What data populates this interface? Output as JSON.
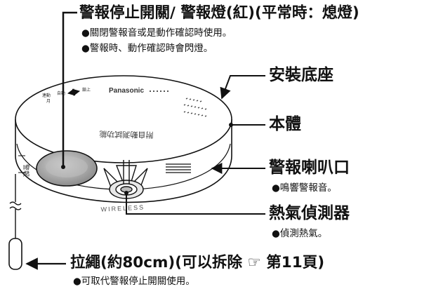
{
  "callouts": {
    "stop_button": {
      "title": "警報停止開關/ 警報燈(紅)(平常時：熄燈)",
      "notes": [
        "●關閉警報音或是動作確認時使用。",
        "●警報時、動作確認時會閃燈。"
      ]
    },
    "mounting_base": {
      "title": "安裝底座"
    },
    "main_body": {
      "title": "本體"
    },
    "speaker": {
      "title": "警報喇叭口",
      "note": "●鳴響警報音。"
    },
    "heat_sensor": {
      "title": "熱氣偵測器",
      "note": "●偵測熱氣。"
    },
    "pull_cord": {
      "title": "拉繩(約80cm)(可以拆除 ☞ 第11頁)",
      "note": "●可取代警報停止開關使用。"
    }
  },
  "device_markings": {
    "brand": "Panasonic",
    "wireless": "WIRELESS",
    "inverted_text": "附自動測試功能",
    "side_text": "警報",
    "side_labels": [
      "連動",
      "自動",
      "月",
      "鎖上"
    ]
  },
  "colors": {
    "line": "#111111",
    "button_gray": "#9a9a9a",
    "device_fill": "#ffffff"
  }
}
